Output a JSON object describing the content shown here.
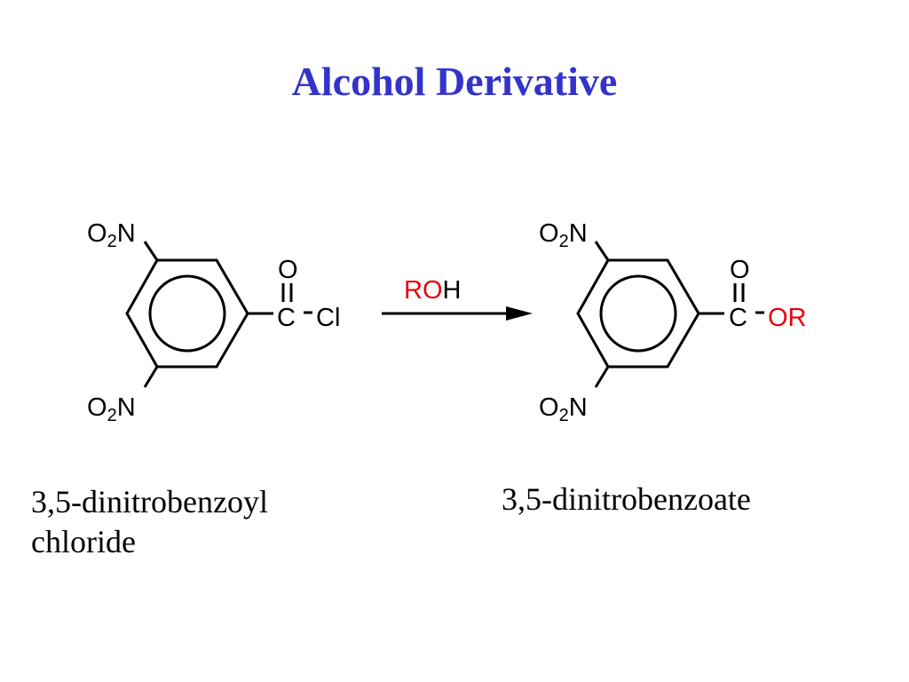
{
  "title": "Alcohol Derivative",
  "colors": {
    "title": "#3333cc",
    "highlight": "#e8000b",
    "ink": "#000000"
  },
  "reactant": {
    "top_group": {
      "O": "O",
      "subscript": "2",
      "N": "N"
    },
    "bottom_group": {
      "O": "O",
      "subscript": "2",
      "N": "N"
    },
    "carbonyl_oxygen": "O",
    "carbon": "C",
    "leaving_group": "Cl",
    "name_line1": "3,5-dinitrobenzoyl",
    "name_line2": "chloride"
  },
  "reagent": {
    "part1": "RO",
    "part2": "H"
  },
  "product": {
    "top_group": {
      "O": "O",
      "subscript": "2",
      "N": "N"
    },
    "bottom_group": {
      "O": "O",
      "subscript": "2",
      "N": "N"
    },
    "carbonyl_oxygen": "O",
    "carbon": "C",
    "ester_group": "OR",
    "name": "3,5-dinitrobenzoate"
  }
}
